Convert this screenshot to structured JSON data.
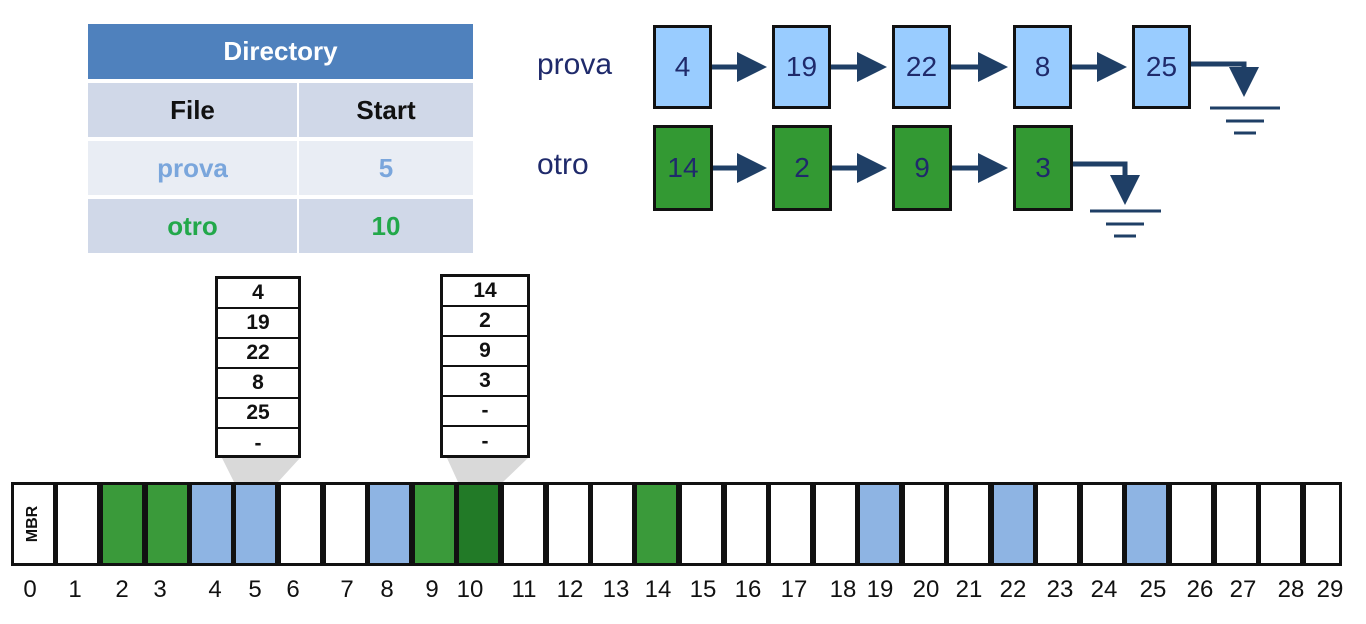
{
  "directory": {
    "title": "Directory",
    "header": {
      "file": "File",
      "start": "Start"
    },
    "rows": [
      {
        "file": "prova",
        "start": "5",
        "color": "#7aa6dc"
      },
      {
        "file": "otro",
        "start": "10",
        "color": "#22a84a"
      }
    ]
  },
  "lists": {
    "prova": {
      "label": "prova",
      "blocks": [
        "4",
        "19",
        "22",
        "8",
        "25"
      ]
    },
    "otro": {
      "label": "otro",
      "blocks": [
        "14",
        "2",
        "9",
        "3"
      ]
    }
  },
  "index_blocks": {
    "prova": [
      "4",
      "19",
      "22",
      "8",
      "25",
      "-"
    ],
    "otro": [
      "14",
      "2",
      "9",
      "3",
      "-",
      "-"
    ]
  },
  "disk": {
    "mbr_label": "MBR",
    "numbers": [
      "0",
      "1",
      "2",
      "3",
      "4",
      "5",
      "6",
      "7",
      "8",
      "9",
      "10",
      "11",
      "12",
      "13",
      "14",
      "15",
      "16",
      "17",
      "18",
      "19",
      "20",
      "21",
      "22",
      "23",
      "24",
      "25",
      "26",
      "27",
      "28",
      "29"
    ],
    "blue_blocks": [
      4,
      5,
      8,
      19,
      22,
      25
    ],
    "green_blocks": [
      2,
      3,
      9,
      14
    ],
    "dark_green_blocks": [
      10
    ]
  },
  "colors": {
    "blue_node": "#99ccff",
    "green_node": "#339933",
    "disk_blue": "#8eb4e3",
    "disk_green": "#3a9a3a",
    "disk_dark_green": "#227a27",
    "arrow": "#1f3f66"
  }
}
